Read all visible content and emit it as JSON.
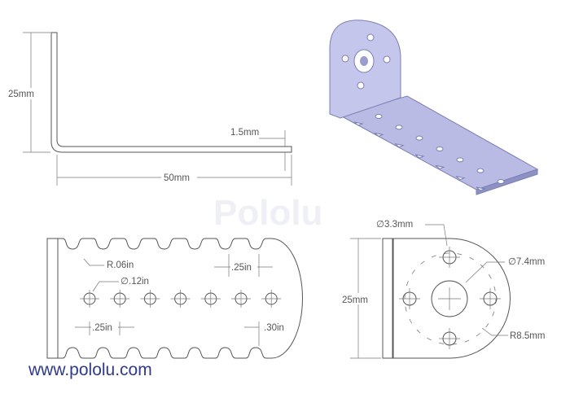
{
  "watermark": "Pololu",
  "side_view": {
    "height_label": "25mm",
    "length_label": "50mm",
    "thickness_label": "1.5mm"
  },
  "top_view": {
    "radius_label": "R.06in",
    "hole_diameter_label": "∅.12in",
    "notch_pitch_label": ".25in",
    "hole_pitch_label": ".25in",
    "end_offset_label": ".30in"
  },
  "end_view": {
    "small_hole_label": "∅3.3mm",
    "center_hole_label": "∅7.4mm",
    "height_label": "25mm",
    "bolt_circle_label": "R8.5mm"
  },
  "footer": {
    "url": "www.pololu.com"
  },
  "colors": {
    "render_fill": "#b9bbe4",
    "render_edge": "#7c7fb3",
    "url": "#2e3a8c"
  }
}
